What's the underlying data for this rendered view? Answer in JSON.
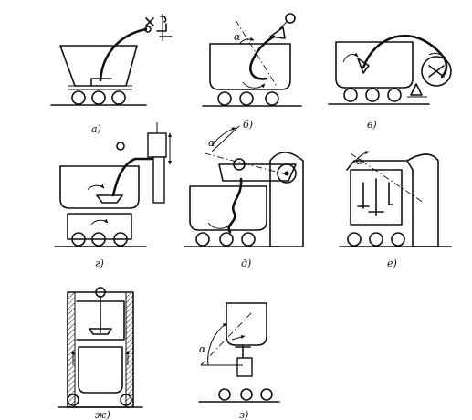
{
  "panels": [
    {
      "id": "a",
      "label": "а)",
      "angle_label": ""
    },
    {
      "id": "b",
      "label": "б)",
      "angle_label": "α"
    },
    {
      "id": "v",
      "label": "в)",
      "angle_label": ""
    },
    {
      "id": "g",
      "label": "г)",
      "angle_label": ""
    },
    {
      "id": "d",
      "label": "д)",
      "angle_label": "α"
    },
    {
      "id": "e",
      "label": "е)",
      "angle_label": "α"
    },
    {
      "id": "zh",
      "label": "ж)",
      "angle_label": ""
    },
    {
      "id": "z",
      "label": "з)",
      "angle_label": "α"
    }
  ]
}
